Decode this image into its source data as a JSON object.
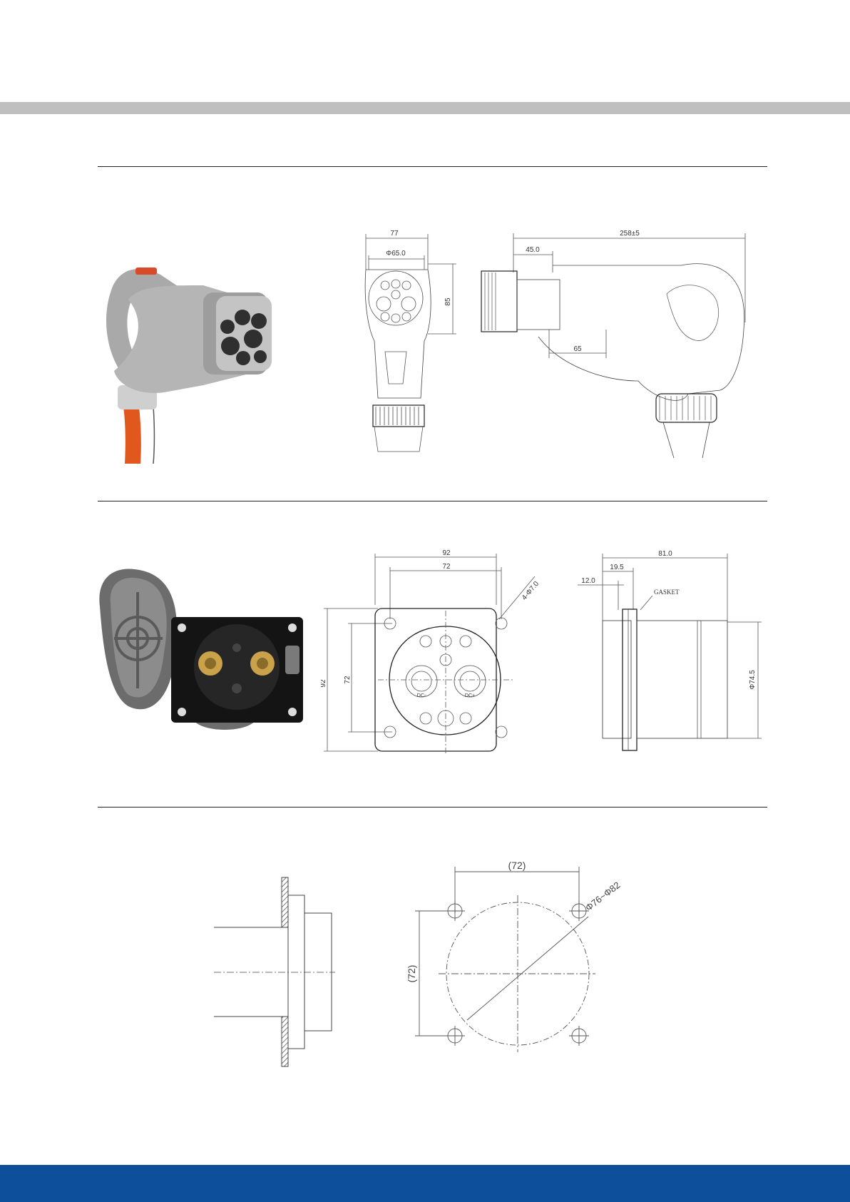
{
  "colors": {
    "top_band": "#bfbfbf",
    "bottom_band": "#0d4f9a",
    "cable": "#e0581e",
    "body_grey": "#a9a9a9"
  },
  "plug_drawing": {
    "front_width": "77",
    "front_diameter": "Φ65.0",
    "front_height": "85",
    "total_length": "258±5",
    "nose_length": "45.0",
    "grip_length": "65"
  },
  "inlet_front_drawing": {
    "outer_width": "92",
    "hole_spacing_h": "72",
    "outer_height": "92",
    "hole_spacing_v": "72",
    "holes": "4-Φ7.0",
    "dc_minus": "DC-",
    "dc_plus": "DC+"
  },
  "inlet_side_drawing": {
    "total_depth": "81.0",
    "flange_offset": "19.5",
    "front_depth": "12.0",
    "gasket": "GASKET",
    "diameter": "Φ74.5"
  },
  "panel_cutout": {
    "hole_spacing_h": "(72)",
    "hole_spacing_v": "(72)",
    "cutout_diameter": "Φ76~Φ82"
  }
}
